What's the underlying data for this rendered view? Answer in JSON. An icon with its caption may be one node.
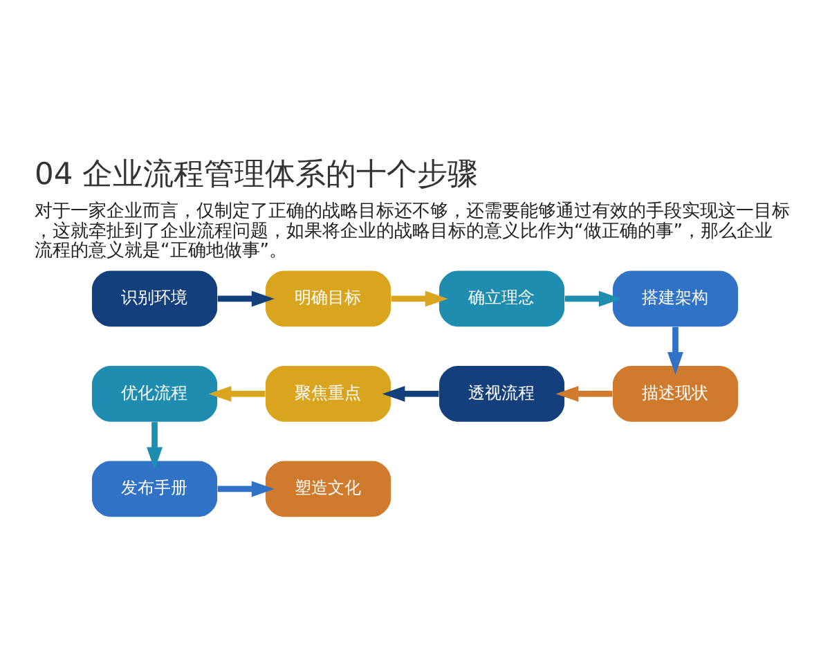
{
  "diagram": {
    "title": "04 企业流程管理体系的十个步骤",
    "caption": "对于一家企业而言，仅制定了正确的战略目标还不够，还需要能够通过有效的手段实现这一目标，这就牵扯到了企业流程问题，如果将企业的战略目标的意义比作为“做正确的事”，那么企业流程的意义就是“正确地做事”。",
    "nodes": [
      {
        "text": [
          "识别环境"
        ]
      },
      {
        "text": [
          "明确目标"
        ]
      },
      {
        "text": [
          "确立理念"
        ]
      },
      {
        "text": [
          "搭建架构"
        ]
      },
      {
        "text": [
          "描述现状"
        ]
      },
      {
        "text": [
          "透视流程"
        ]
      },
      {
        "text": [
          "聚焦重点"
        ]
      },
      {
        "text": [
          "优化流程"
        ]
      },
      {
        "text": [
          "发布手册"
        ]
      },
      {
        "text": [
          "塑造文化"
        ]
      }
    ],
    "edges": [
      {
        "from": 0,
        "to": 1,
        "arrow": "to",
        "color": "#133f7c"
      },
      {
        "from": 1,
        "to": 2,
        "arrow": "to",
        "color": "#d9a51f"
      },
      {
        "from": 2,
        "to": 3,
        "arrow": "to",
        "color": "#1f8db0"
      },
      {
        "from": 3,
        "to": 4,
        "arrow": "to",
        "color": "#2f72c6"
      },
      {
        "from": 4,
        "to": 5,
        "arrow": "to",
        "color": "#cf7a2c"
      },
      {
        "from": 5,
        "to": 6,
        "arrow": "to",
        "color": "#133f7c"
      },
      {
        "from": 6,
        "to": 7,
        "arrow": "to",
        "color": "#d9a51f"
      },
      {
        "from": 7,
        "to": 8,
        "arrow": "to",
        "color": "#1f8db0"
      },
      {
        "from": 8,
        "to": 9,
        "arrow": "to",
        "color": "#2f72c6"
      }
    ]
  }
}
